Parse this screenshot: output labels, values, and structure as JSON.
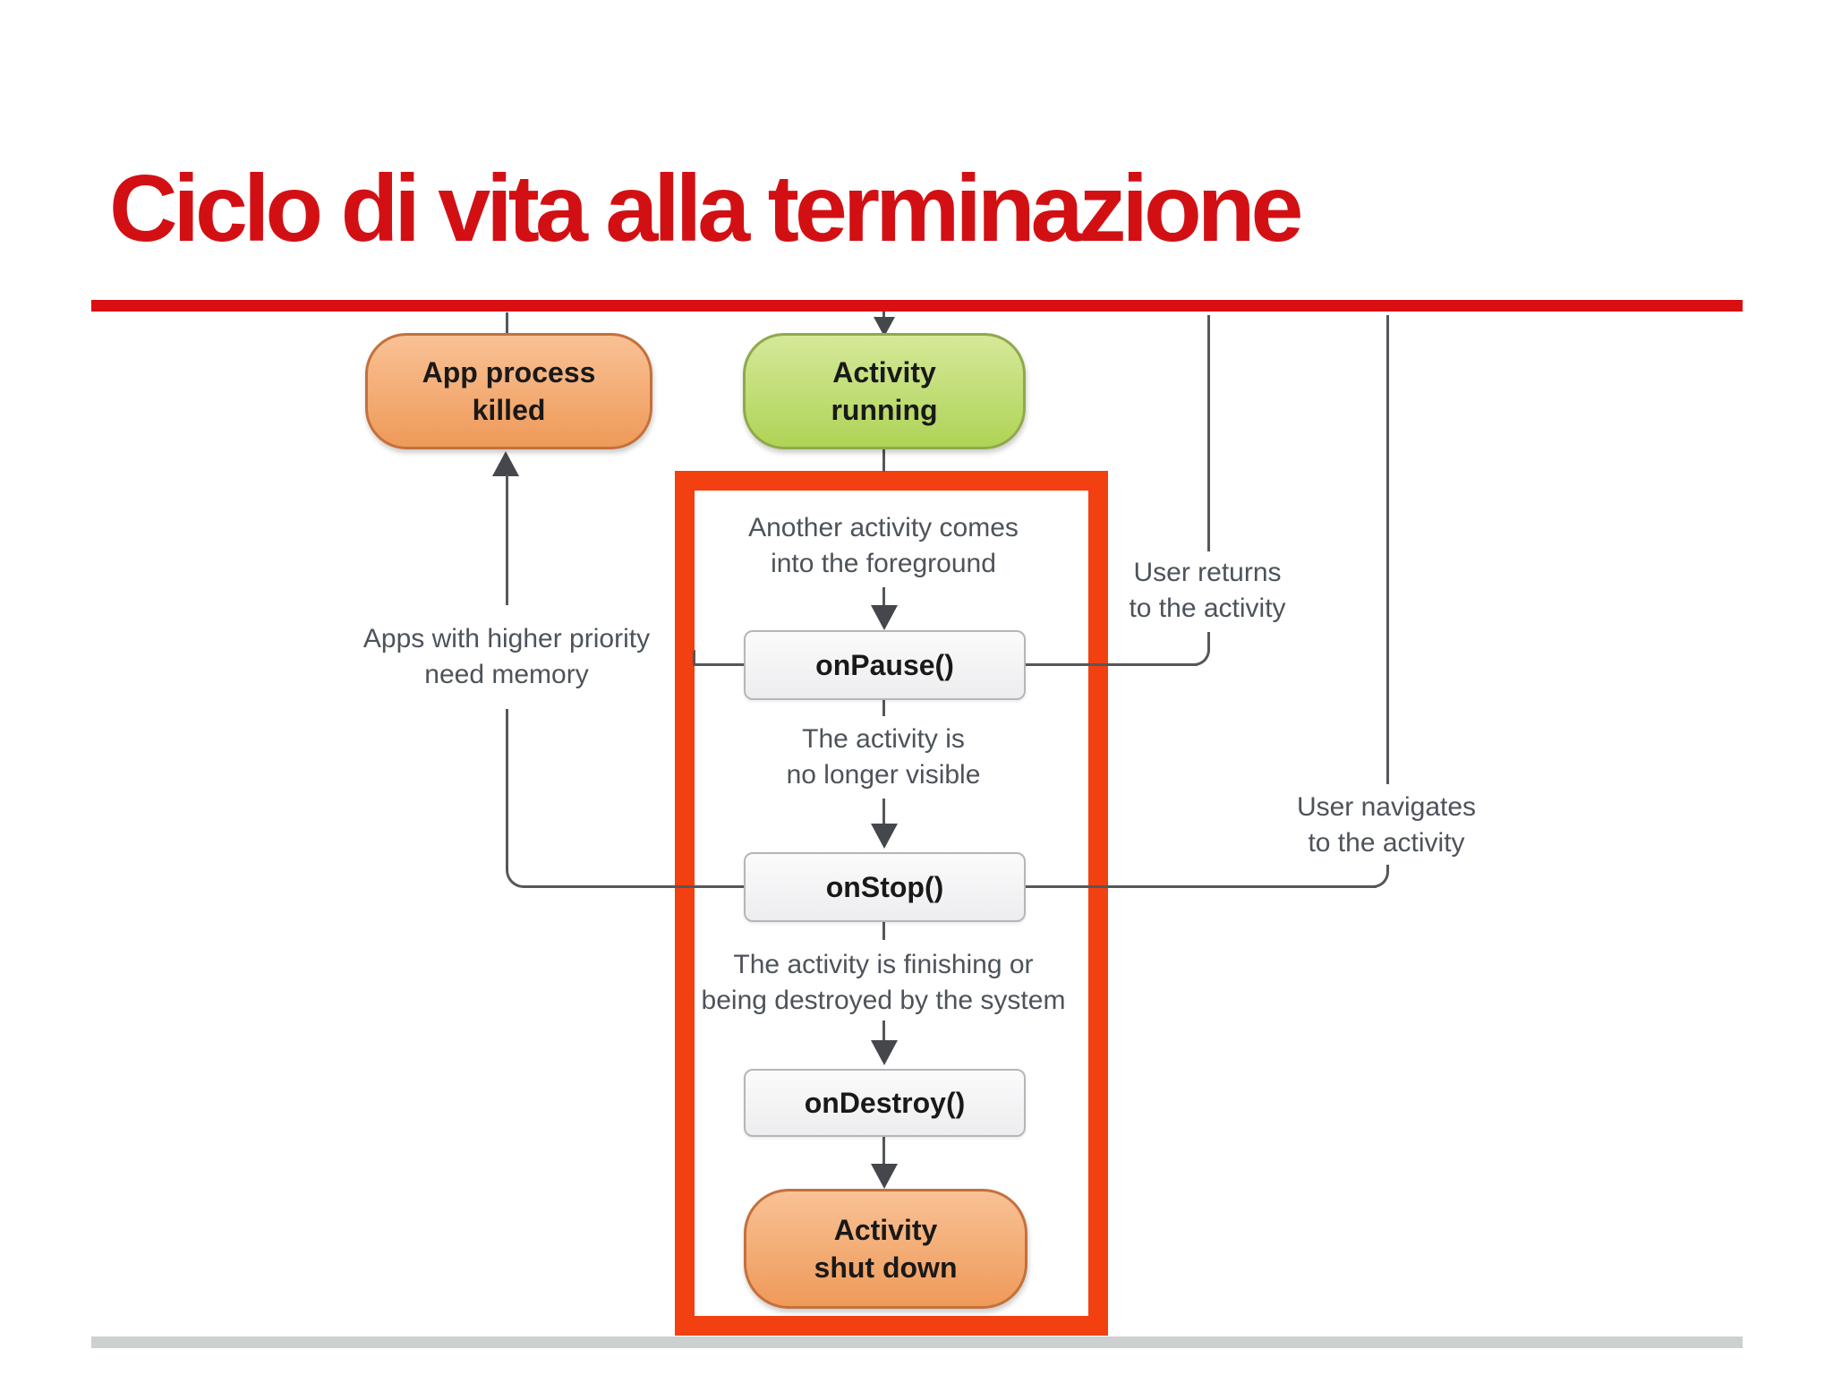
{
  "slide": {
    "title": "Ciclo di vita alla terminazione"
  },
  "colors": {
    "title_red": "#d21014",
    "underline_red": "#d90f12",
    "highlight_border": "#f24010",
    "node_orange_fill": "#f5a566",
    "node_orange_border": "#c4703c",
    "node_green_fill": "#bcd96b",
    "node_green_border": "#8fa94a",
    "callback_box_border": "#b6b6b8",
    "line_gray": "#54575b",
    "annotation_text": "#4d535b",
    "footer_bar_gray": "#cdd0d1"
  },
  "diagram": {
    "nodes": {
      "app_process_killed": {
        "line1": "App process",
        "line2": "killed"
      },
      "activity_running": {
        "line1": "Activity",
        "line2": "running"
      },
      "on_pause": {
        "label": "onPause()"
      },
      "on_stop": {
        "label": "onStop()"
      },
      "on_destroy": {
        "label": "onDestroy()"
      },
      "activity_shut_down": {
        "line1": "Activity",
        "line2": "shut down"
      }
    },
    "annotations": {
      "another_activity": {
        "line1": "Another activity comes",
        "line2": "into the foreground"
      },
      "user_returns": {
        "line1": "User returns",
        "line2": "to the activity"
      },
      "apps_priority": {
        "line1": "Apps with higher priority",
        "line2": "need memory"
      },
      "no_longer_visible": {
        "line1": "The activity is",
        "line2": "no longer visible"
      },
      "user_navigates": {
        "line1": "User navigates",
        "line2": "to the activity"
      },
      "finishing": {
        "line1": "The activity is finishing or",
        "line2": "being destroyed by the system"
      }
    }
  }
}
